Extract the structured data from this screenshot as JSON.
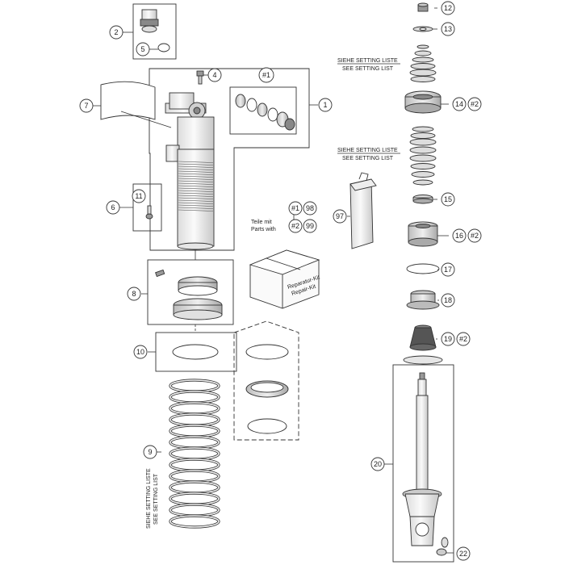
{
  "callouts": {
    "c1": "1",
    "c2": "2",
    "c4": "4",
    "c5": "5",
    "c6": "6",
    "c7": "7",
    "c8": "8",
    "c9": "9",
    "c10": "10",
    "c11": "11",
    "c12": "12",
    "c13": "13",
    "c14": "14",
    "c15": "15",
    "c16": "16",
    "c17": "17",
    "c18": "18",
    "c19": "19",
    "c20": "20",
    "c22": "22",
    "c97": "97",
    "c98": "98",
    "c99": "99",
    "k1": "#1",
    "k1b": "#1",
    "k2": "#2",
    "k2b": "#2",
    "k2c": "#2",
    "k2d": "#2"
  },
  "notes": {
    "setting_de": "SIEHE SETTING LISTE",
    "setting_en": "SEE SETTING LIST",
    "setting_de_b": "SIEHE SETTING LISTE",
    "setting_en_b": "SEE SETTING LIST",
    "parts_de": "Teile mit",
    "parts_en": "Parts with",
    "kit_line1": "Reparatur-Kit",
    "kit_line2": "Repair-Kit",
    "spring_de": "SIEHE SETTING LISTE",
    "spring_en": "SEE SETTING LIST"
  },
  "colors": {
    "part": "#f2f2f2",
    "shade": "#cfcfcf",
    "dark": "#9a9a9a",
    "line": "#333333"
  }
}
